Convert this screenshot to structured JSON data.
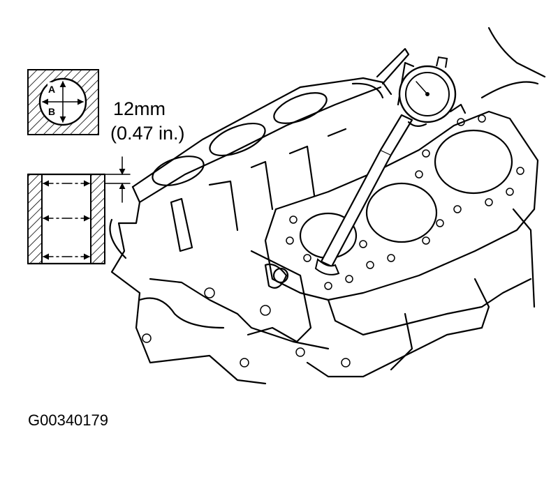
{
  "diagram": {
    "point_a": "A",
    "point_b": "B",
    "measure_mm": "12mm",
    "measure_in": "(0.47 in.)",
    "figure_code": "G00340179"
  }
}
